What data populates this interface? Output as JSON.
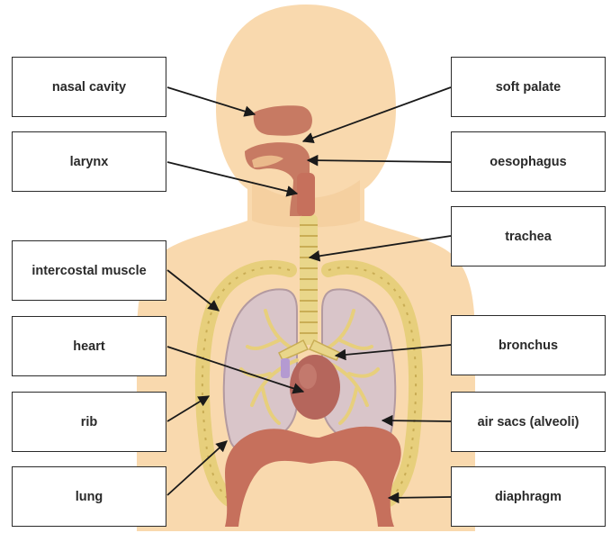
{
  "labels": {
    "nasal_cavity": "nasal cavity",
    "soft_palate": "soft palate",
    "larynx": "larynx",
    "oesophagus": "oesophagus",
    "trachea": "trachea",
    "intercostal_muscle": "intercostal muscle",
    "heart": "heart",
    "bronchus": "bronchus",
    "rib": "rib",
    "air_sacs": "air sacs (alveoli)",
    "lung": "lung",
    "diaphragm": "diaphragm"
  },
  "colors": {
    "skin": "#f9d9ae",
    "skin_shade": "#f3c995",
    "rib": "#e7cf7c",
    "rib_edge": "#c9ad55",
    "lung": "#d9c5c9",
    "lung_edge": "#b39aa0",
    "airway": "#c77a63",
    "muscle": "#c6705c",
    "trachea": "#e9d68a",
    "heart": "#b5665c",
    "line": "#1a1a1a"
  }
}
